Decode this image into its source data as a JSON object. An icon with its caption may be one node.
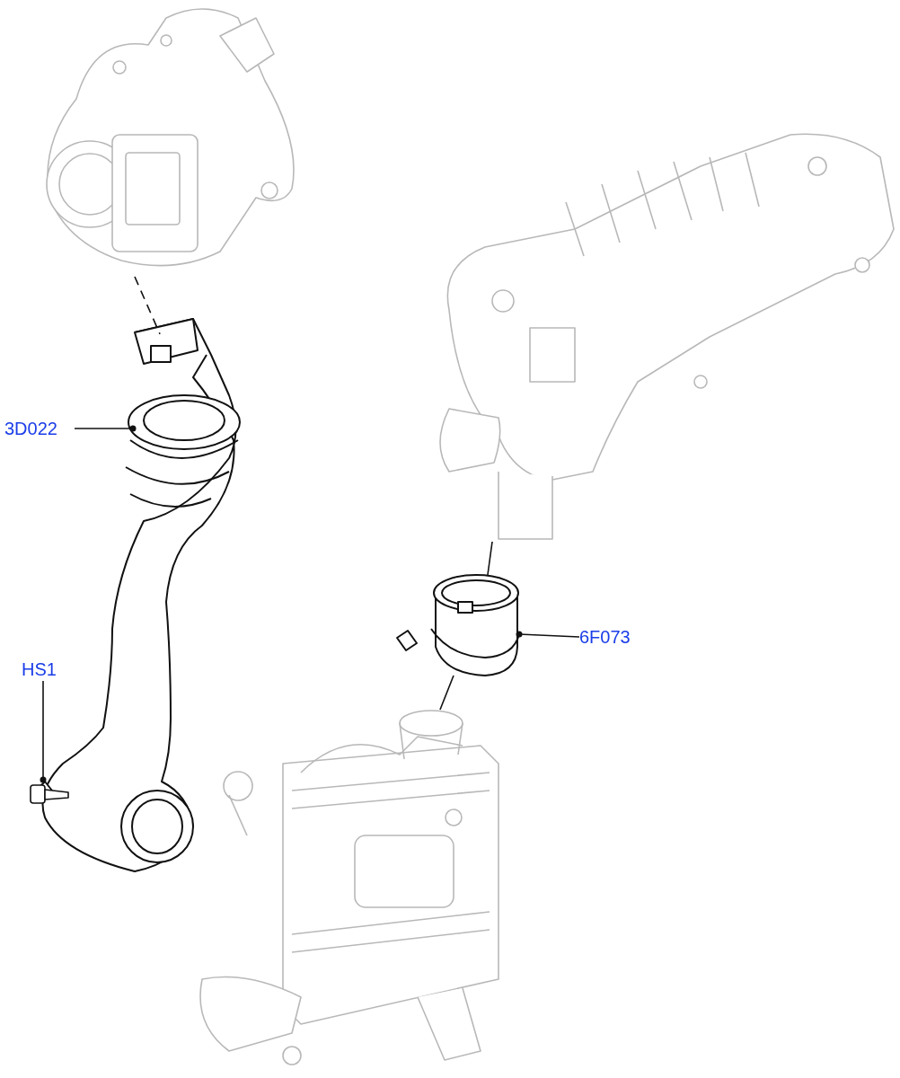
{
  "diagram": {
    "nodes": [
      {
        "text": [
          "3D022"
        ]
      },
      {
        "text": [],
        "shape": "picture"
      },
      {
        "text": [
          "HS1"
        ]
      },
      {
        "text": [],
        "shape": "picture"
      },
      {
        "text": [
          "6F073"
        ]
      },
      {
        "text": [],
        "shape": "picture"
      },
      {
        "text": [],
        "shape": "picture"
      },
      {
        "text": [],
        "shape": "picture"
      },
      {
        "text": [],
        "shape": "picture"
      }
    ],
    "edges": [
      {
        "from": 0,
        "to": 1,
        "arrow": "other"
      },
      {
        "from": 2,
        "to": 3,
        "arrow": "other"
      },
      {
        "from": 4,
        "to": 5,
        "arrow": "other"
      },
      {
        "from": 6,
        "to": 1,
        "arrow": "none",
        "style": "dashed"
      },
      {
        "from": 5,
        "to": 7,
        "arrow": "none"
      },
      {
        "from": 5,
        "to": 8,
        "arrow": "none"
      }
    ]
  }
}
